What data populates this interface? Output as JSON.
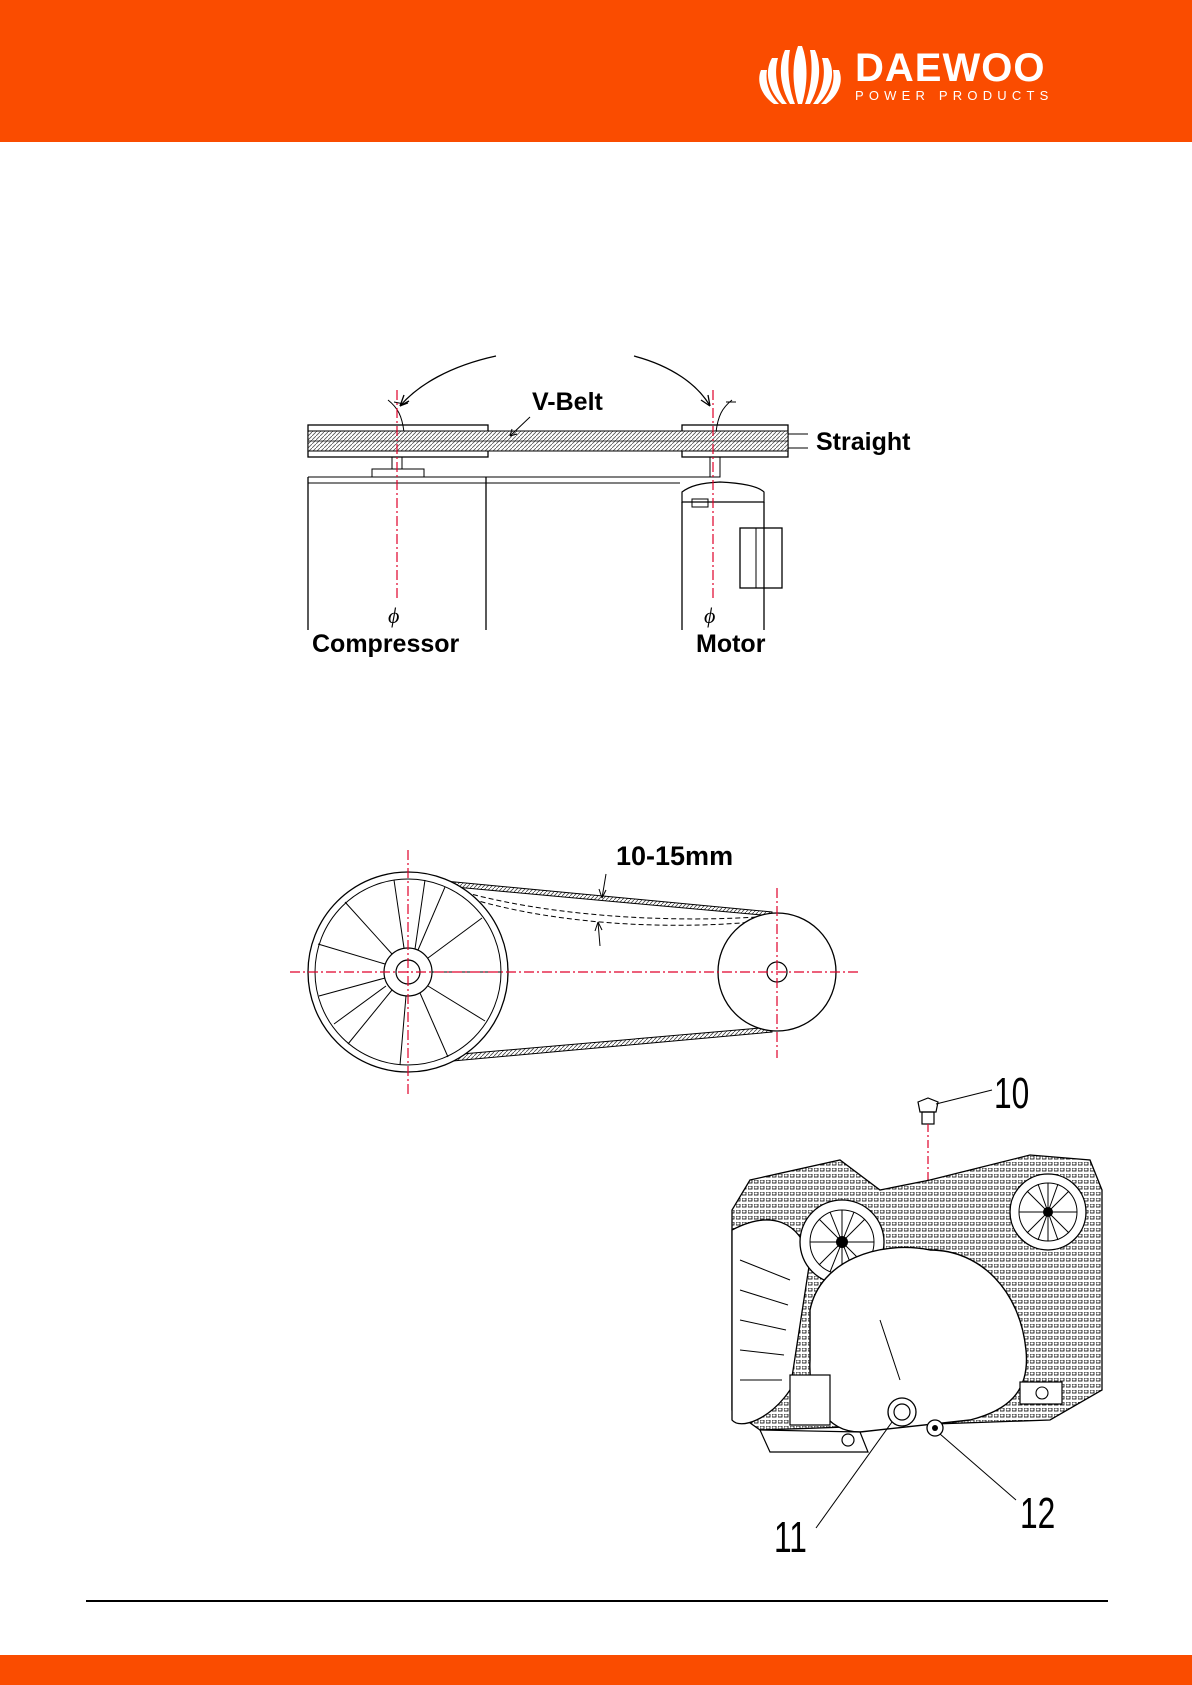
{
  "brand": {
    "name": "DAEWOO",
    "tagline": "POWER PRODUCTS",
    "color": "#fa4c00"
  },
  "figure_alignment": {
    "belt_label": "V-Belt",
    "straight_label": "Straight",
    "left_label": "Compressor",
    "right_label": "Motor",
    "diameter_symbol": "ϕ"
  },
  "figure_tension": {
    "deflection_label": "10-15mm"
  },
  "figure_parts": {
    "callouts": [
      "10",
      "11",
      "12"
    ]
  }
}
